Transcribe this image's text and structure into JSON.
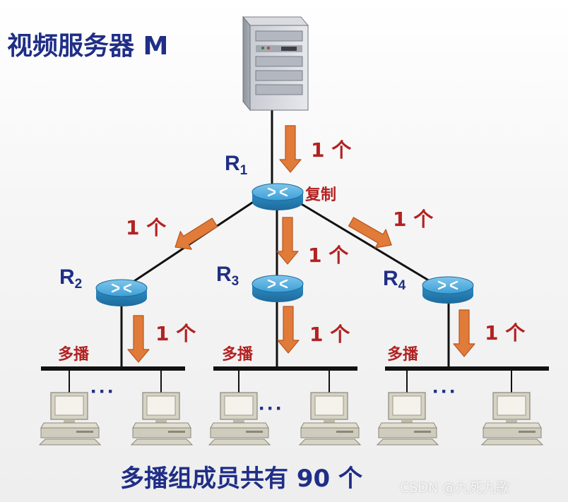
{
  "title": "视频服务器 M",
  "footer": "多播组成员共有 90 个",
  "watermark": "CSDN @九死九歌",
  "routers": [
    {
      "id": "R1",
      "letter": "R",
      "sub": "1",
      "note": "复制"
    },
    {
      "id": "R2",
      "letter": "R",
      "sub": "2"
    },
    {
      "id": "R3",
      "letter": "R",
      "sub": "3"
    },
    {
      "id": "R4",
      "letter": "R",
      "sub": "4"
    }
  ],
  "flow_label": "1 个",
  "lan_label": "多播",
  "ellipsis": "···",
  "colors": {
    "title": "#1f2e86",
    "label_red": "#b22222",
    "arrow": "#e07b39",
    "router": "#2a8fc8"
  }
}
